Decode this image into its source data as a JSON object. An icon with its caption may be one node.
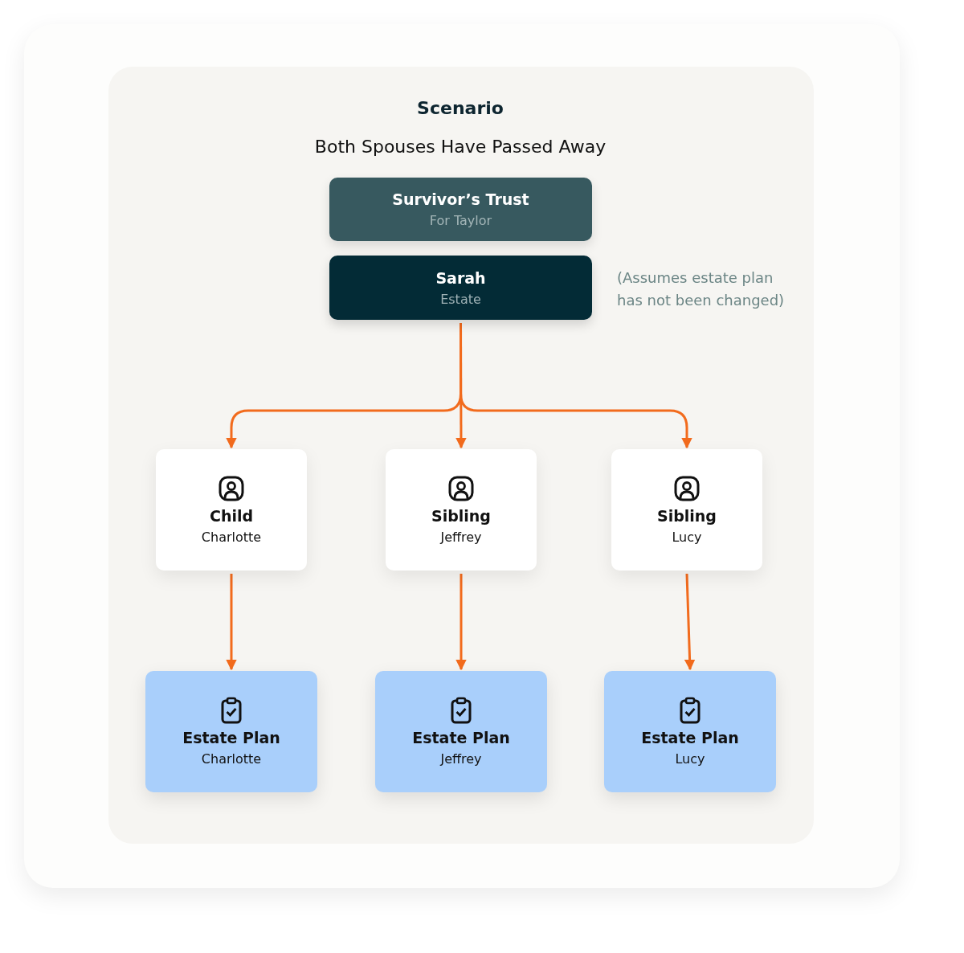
{
  "diagram": {
    "title": "Scenario",
    "nodes": [
      {
        "text": [
          "Survivor’s Trust",
          "For Taylor"
        ]
      },
      {
        "text": [
          "Sarah",
          "Estate"
        ],
        "beside": [
          "(Assumes estate plan has not been changed)"
        ]
      },
      {
        "text": [
          "Child",
          "Charlotte"
        ]
      },
      {
        "text": [
          "Sibling",
          "Jeffrey"
        ]
      },
      {
        "text": [
          "Sibling",
          "Lucy"
        ]
      },
      {
        "text": [
          "Estate Plan",
          "Charlotte"
        ]
      },
      {
        "text": [
          "Estate Plan",
          "Jeffrey"
        ]
      },
      {
        "text": [
          "Estate Plan",
          "Lucy"
        ]
      }
    ],
    "edges": [
      {
        "from": 1,
        "to": 2,
        "arrow": "to"
      },
      {
        "from": 1,
        "to": 3,
        "arrow": "to"
      },
      {
        "from": 1,
        "to": 4,
        "arrow": "to"
      },
      {
        "from": 2,
        "to": 5,
        "arrow": "to"
      },
      {
        "from": 3,
        "to": 6,
        "arrow": "to"
      },
      {
        "from": 4,
        "to": 7,
        "arrow": "to"
      }
    ],
    "labels": [
      "Both Spouses Have Passed Away"
    ]
  }
}
